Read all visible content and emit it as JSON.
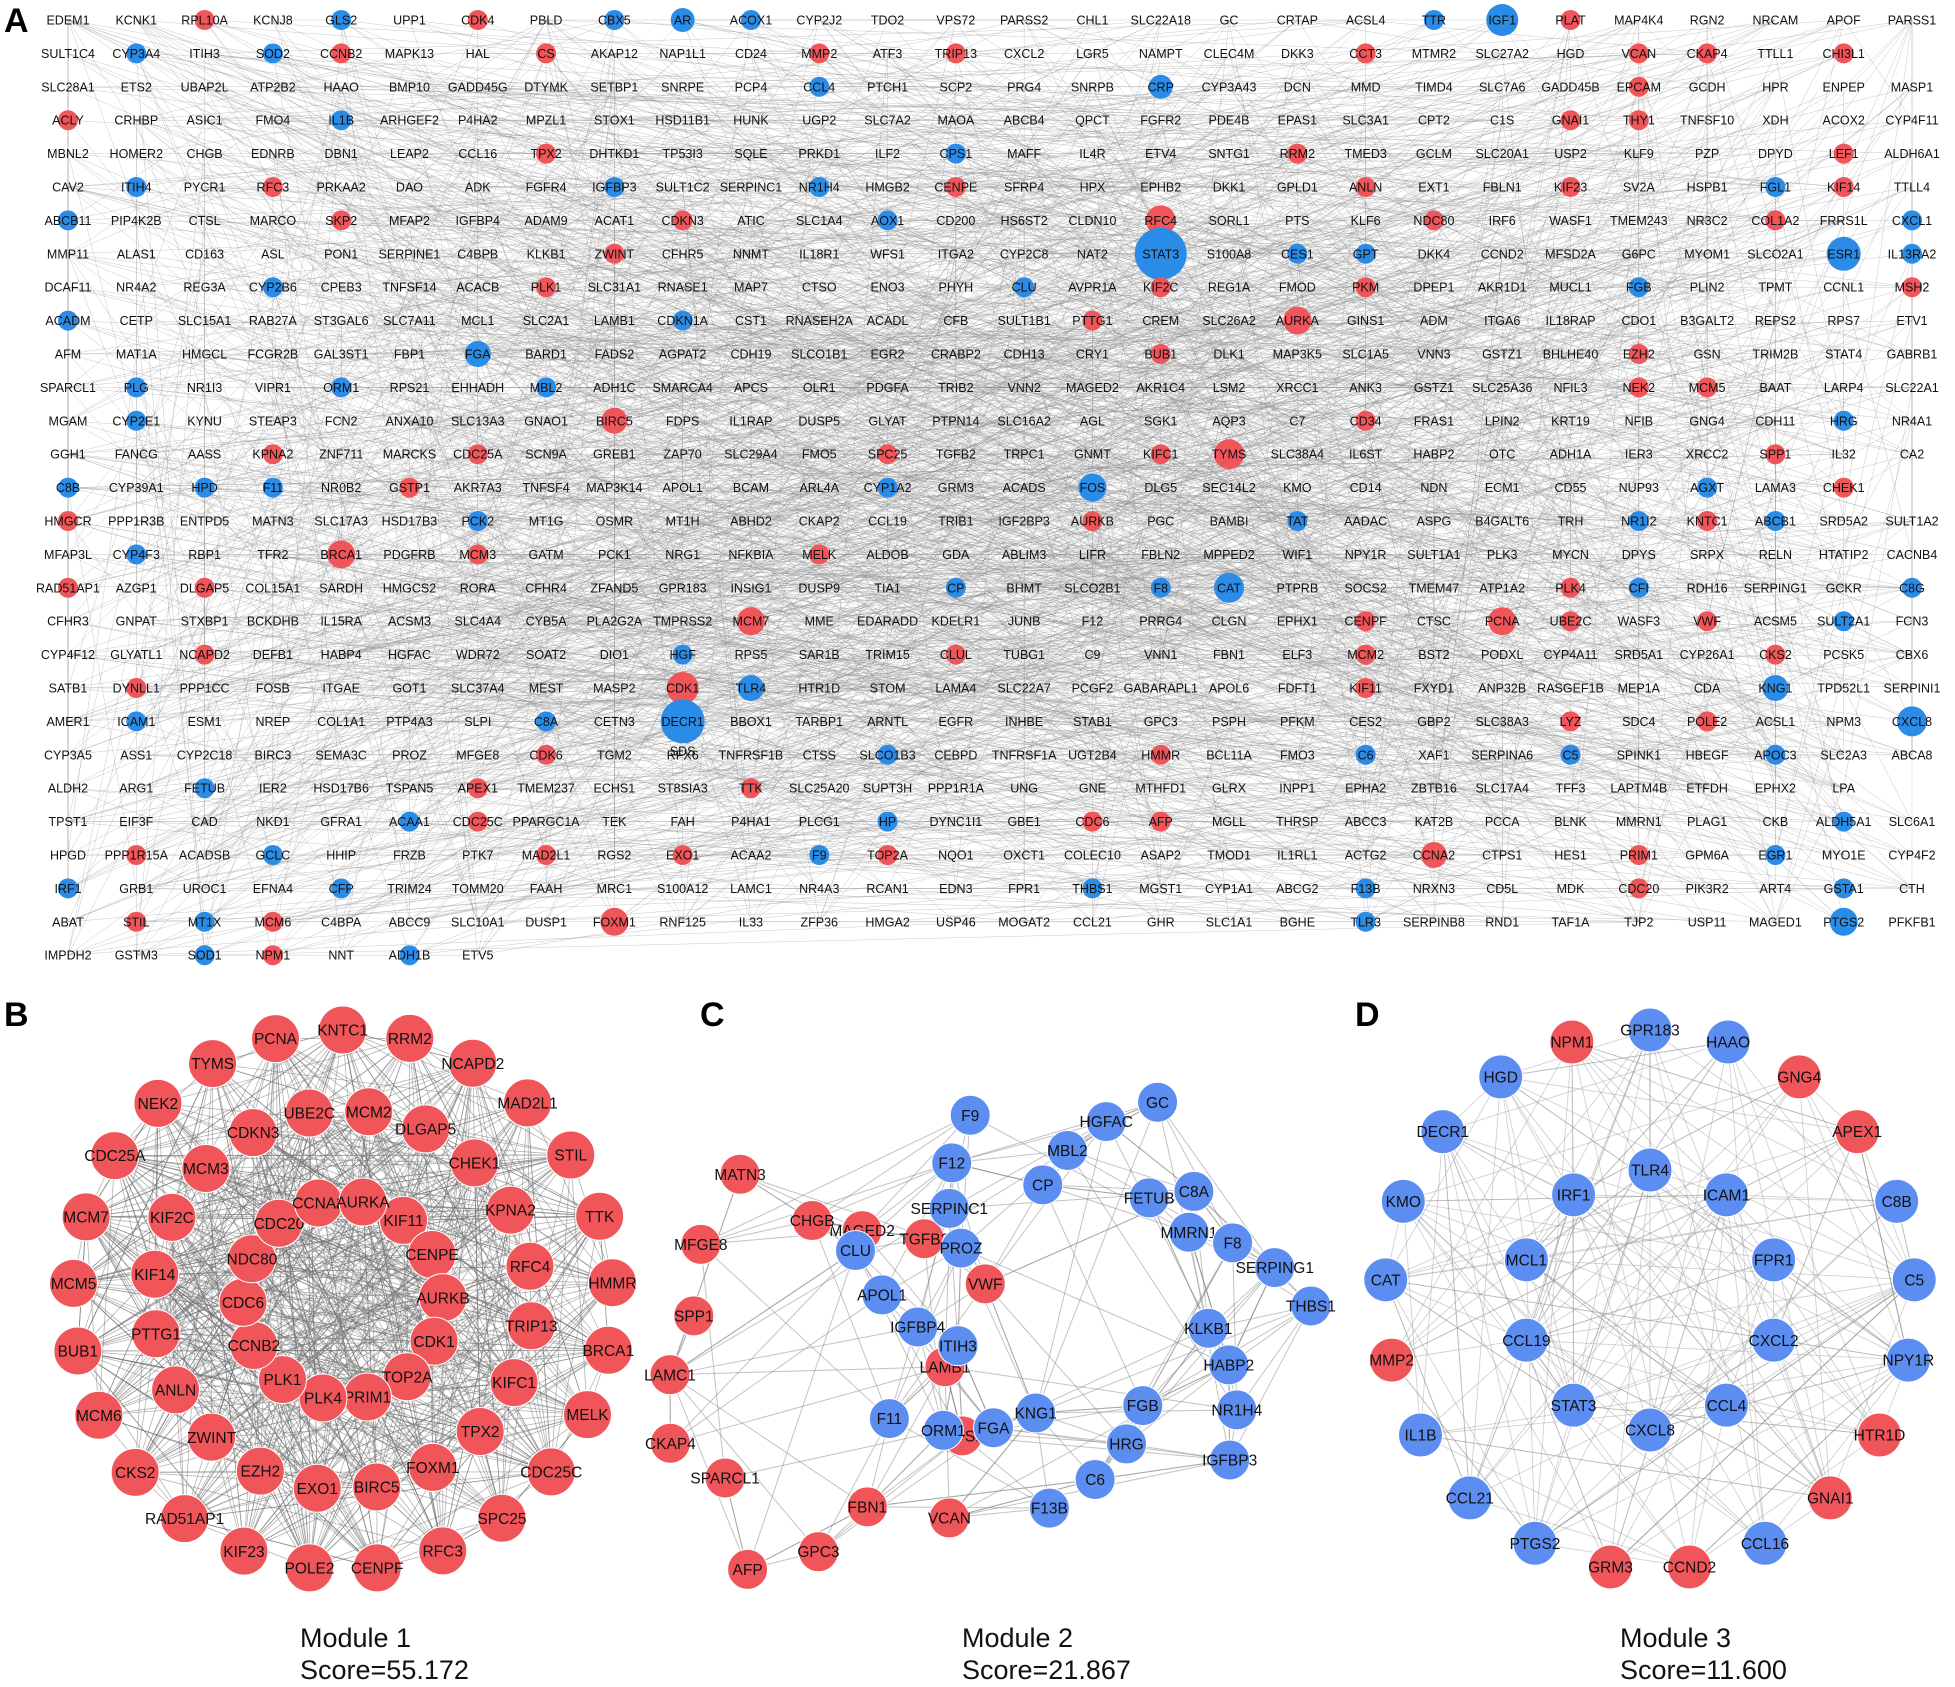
{
  "panels": {
    "a": "A",
    "b": "B",
    "c": "C",
    "d": "D"
  },
  "colors": {
    "up": "#f0555a",
    "down": "#2b8ce8",
    "down_light": "#5b8ef0",
    "edge": "#888888"
  },
  "network_a": {
    "rows": [
      "EDEM1|KCNK1|RPL10A|KCNJ8|GLS2|UPP1|CDK4|PBLD|CBX5|AR|ACOX1|CYP2J2|TDO2|VPS72|PARSS2|CHL1|SLC22A18|GC|CRTAP|ACSL4|TTR|IGF1|PLAT|MAP4K4|RGN2|NRCAM|APOF|PARSS1",
      "SULT1C4|CYP3A4|ITIH3|SOD2|CCNB2|MAPK13|HAL|CS|AKAP12|NAP1L1|CD24|MMP2|ATF3|TRIP13|CXCL2|LGR5|NAMPT|CLEC4M|DKK3|CCT3|MTMR2|SLC27A2|HGD|VCAN|CKAP4|TTLL1|CHI3L1",
      "SLC28A1|ETS2|UBAP2L|ATP2B2|HAAO|BMP10|GADD45G|DTYMK|SETBP1|SNRPE|PCP4|CCL4|PTCH1|SCP2|PRG4|SNRPB|CRP|CYP3A43|DCN|MMD|TIMD4|SLC7A6|GADD45B|EPCAM|GCDH|HPR|ENPEP|MASP1",
      "ACLY|CRHBP|ASIC1|FMO4|IL1B|ARHGEF2|P4HA2|MPZL1|STOX1|HSD11B1|HUNK|UGP2|SLC7A2|MAOA|ABCB4|QPCT|FGFR2|PDE4B|EPAS1|SLC3A1|CPT2|C1S|GNAI1|THY1|TNFSF10|XDH|ACOX2|CYP4F11",
      "MBNL2|HOMER2|CHGB|EDNRB|DBN1|LEAP2|CCL16|TPX2|DHTKD1|TP53I3|SQLE|PRKD1|ILF2|CPS1|MAFF|IL4R|ETV4|SNTG1|RRM2|TMED3|GCLM|SLC20A1|USP2|KLF9|PZP|DPYD|LEF1|ALDH6A1",
      "CAV2|ITIH4|PYCR1|RFC3|PRKAA2|DAO|ADK|FGFR4|IGFBP3|SULT1C2|SERPINC1|NR1H4|HMGB2|CENPE|SFRP4|HPX|EPHB2|DKK1|GPLD1|ANLN|EXT1|FBLN1|KIF23|SV2A|HSPB1|FGL1|KIF14|TTLL4",
      "ABCB11|PIP4K2B|CTSL|MARCO|SKP2|MFAP2|IGFBP4|ADAM9|ACAT1|CDKN3|ATIC|SLC1A4|AOX1|CD200|HS6ST2|CLDN10|RFC4|SORL1|PTS|KLF6|NDC80|IRF6|WASF1|TMEM243|NR3C2|COL1A2|FRRS1L|CXCL1",
      "MMP11|ALAS1|CD163|ASL|PON1|SERPINE1|C4BPB|KLKB1|ZWINT|CFHR5|NNMT|IL18R1|WFS1|ITGA2|CYP2C8|NAT2|STAT3|S100A8|CES1|GPT|DKK4|CCND2|MFSD2A|G6PC|MYOM1|SLCO2A1|ESR1|IL13RA2",
      "DCAF11|NR4A2|REG3A|CYP2B6|CPEB3|TNFSF14|ACACB|PLK1|SLC31A1|RNASE1|MAP7|CTSO|ENO3|PHYH|CLU|AVPR1A|KIF2C|REG1A|FMOD|PKM|DPEP1|AKR1D1|MUCL1|FGB|PLIN2|TPMT|CCNL1|MSH2",
      "ACADM|CETP|SLC15A1|RAB27A|ST3GAL6|SLC7A11|MCL1|SLC2A1|LAMB1|CDKN1A|CST1|RNASEH2A|ACADL|CFB|SULT1B1|PTTG1|CREM|SLC26A2|AURKA|GINS1|ADM|ITGA6|IL18RAP|CDO1|B3GALT2|REPS2|RPS7|ETV1",
      "AFM|MAT1A|HMGCL|FCGR2B|GAL3ST1|FBP1|FGA|BARD1|FADS2|AGPAT2|CDH19|SLCO1B1|EGR2|CRABP2|CDH13|CRY1|BUB1|DLK1|MAP3K5|SLC1A5|VNN3|GSTZ1|BHLHE40|EZH2|GSN|TRIM2B|STAT4|GABRB1",
      "SPARCL1|PLG|NR1I3|VIPR1|ORM1|RPS21|EHHADH|MBL2|ADH1C|SMARCA4|APCS|OLR1|PDGFA|TRIB2|VNN2|MAGED2|AKR1C4|LSM2|XRCC1|ANK3|GSTZ1|SLC25A36|NFIL3|NEK2|MCM5|BAAT|LARP4|SLC22A1",
      "MGAM|CYP2E1|KYNU|STEAP3|FCN2|ANXA10|SLC13A3|GNAO1|BIRC5|FDPS|IL1RAP|DUSP5|GLYAT|PTPN14|SLC16A2|AGL|SGK1|AQP3|C7|CD34|FRAS1|LPIN2|KRT19|NFIB|GNG4|CDH11|HRG|NR4A1",
      "GGH1|FANCG|AASS|KPNA2|ZNF711|MARCKS|CDC25A|SCN9A|GREB1|ZAP70|SLC29A4|FMO5|SPC25|TGFB2|TRPC1|GNMT|KIFC1|TYMS|SLC38A4|IL6ST|HABP2|OTC|ADH1A|IER3|XRCC2|SPP1|IL32|CA2",
      "C8B|CYP39A1|HPD|F11|NR0B2|GSTP1|AKR7A3|TNFSF4|MAP3K14|APOL1|BCAM|ARL4A|CYP1A2|GRM3|ACADS|FOS|DLG5|SEC14L2|KMO|CD14|NDN|ECM1|CD55|NUP93|AGXT|LAMA3|CHEK1",
      "HMGCR|PPP1R3B|ENTPD5|MATN3|SLC17A3|HSD17B3|PCK2|MT1G|OSMR|MT1H|ABHD2|CKAP2|CCL19|TRIB1|IGF2BP3|AURKB|PGC|BAMBI|TAT|AADAC|ASPG|B4GALT6|TRH|NR1I2|KNTC1|ABCB1|SRD5A2|SULT1A2",
      "MFAP3L|CYP4F3|RBP1|TFR2|BRCA1|PDGFRB|MCM3|GATM|PCK1|NRG1|NFKBIA|MELK|ALDOB|GDA|ABLIM3|LIFR|FBLN2|MPPED2|WIF1|NPY1R|SULT1A1|PLK3|MYCN|DPYS|SRPX|RELN|HTATIP2|CACNB4",
      "RAD51AP1|AZGP1|DLGAP5|COL15A1|SARDH|HMGCS2|RORA|CFHR4|ZFAND5|GPR183|INSIG1|DUSP9|TIA1|CP|BHMT|SLCO2B1|F8|CAT|PTPRB|SOCS2|TMEM47|ATP1A2|PLK4|CFI|RDH16|SERPING1|GCKR|C8G",
      "CFHR3|GNPAT|STXBP1|BCKDHB|IL15RA|ACSM3|SLC4A4|CYB5A|PLA2G2A|TMPRSS2|MCM7|MME|EDARADD|KDELR1|JUNB|F12|PRRG4|CLGN|EPHX1|CENPF|CTSC|PCNA|UBE2C|WASF3|VWF|ACSM5|SULT2A1|FCN3",
      "CYP4F12|GLYATL1|NCAPD2|DEFB1|HABP4|HGFAC|WDR72|SOAT2|DIO1|HGF|RPS5|SAR1B|TRIM15|CLUL|TUBG1|C9|VNN1|FBN1|ELF3|MCM2|BST2|PODXL|CYP4A11|SRD5A1|CYP26A1|CKS2|PCSK5|CBX6",
      "SATB1|DYNLL1|PPP1CC|FOSB|ITGAE|GOT1|SLC37A4|MEST|MASP2|CDK1|TLR4|HTR1D|STOM|LAMA4|SLC22A7|PCGF2|GABARAPL1|APOL6|FDFT1|KIF11|FXYD1|ANP32B|RASGEF1B|MEP1A|CDA|KNG1|TPD52L1|SERPINI1",
      "AMER1|ICAM1|ESM1|NREP|COL1A1|PTP4A3|SLPI|C8A|CETN3|DECR1|BBOX1|TARBP1|ARNTL|EGFR|INHBE|STAB1|GPC3|PSPH|PFKM|CES2|GBP2|SLC38A3|LYZ|SDC4|POLE2|ACSL1|NPM3|CXCL8",
      "CYP3A5|ASS1|CYP2C18|BIRC3|SEMA3C|PROZ|MFGE8|CDK6|TGM2|RFX6|TNFRSF1B|CTSS|SLCO1B3|CEBPD|TNFRSF1A|UGT2B4|HMMR|BCL11A|FMO3|C6|XAF1|SERPINA6|C5|SPINK1|HBEGF|APOC3|SLC2A3|ABCA8",
      "ALDH2|ARG1|FETUB|IER2|HSD17B6|TSPAN5|APEX1|TMEM237|ECHS1|ST8SIA3|TTK|SLC25A20|SUPT3H|PPP1R1A|UNG|GNE|MTHFD1|GLRX|INPP1|EPHA2|ZBTB16|SLC17A4|TFF3|LAPTM4B|ETFDH|EPHX2|LPA",
      "TPST1|EIF3F|CAD|NKD1|GFRA1|ACAA1|CDC25C|PPARGC1A|TEK|FAH|P4HA1|PLCG1|HP|DYNC1I1|GBE1|CDC6|AFP|MGLL|THRSP|ABCC3|KAT2B|PCCA|BLNK|MMRN1|PLAG1|CKB|ALDH5A1|SLC6A1",
      "HPGD|PPP1R15A|ACADSB|GCLC|HHIP|FRZB|PTK7|MAD2L1|RGS2|EXO1|ACAA2|F9|TOP2A|NQO1|OXCT1|COLEC10|ASAP2|TMOD1|IL1RL1|ACTG2|CCNA2|CTPS1|HES1|PRIM1|GPM6A|EGR1|MYO1E|CYP4F2",
      "IRF1|GRB1|UROC1|EFNA4|CFP|TRIM24|TOMM20|FAAH|MRC1|S100A12|LAMC1|NR4A3|RCAN1|EDN3|FPR1|THBS1|MGST1|CYP1A1|ABCG2|F13B|NRXN3|CD5L|MDK|CDC20|PIK3R2|ART4|GSTA1|CTH",
      "ABAT|STIL|MT1X|MCM6|C4BPA|ABCC9|SLC10A1|DUSP1|FOXM1|RNF125|IL33|ZFP36|HMGA2|USP46|MOGAT2|CCL21|GHR|SLC1A1|BGHE|TLR3|SERPINB8|RND1|TAF1A|TJP2|USP11|MAGED1|PTGS2|PFKFB1",
      "IMPDH2|GSTM3|SOD1|NPM1|NNT|ADH1B|ETV5"
    ],
    "up": [
      "RPL10A",
      "CDK4",
      "PLAT",
      "CCNB2",
      "CS",
      "MMP2",
      "TRIP13",
      "CCT3",
      "VCAN",
      "CKAP4",
      "CHI3L1",
      "EPCAM",
      "ACLY",
      "THY1",
      "GNAI1",
      "TPX2",
      "RRM2",
      "LEF1",
      "RFC3",
      "CENPE",
      "ANLN",
      "KIF23",
      "KIF14",
      "SKP2",
      "CDKN3",
      "RFC4",
      "NDC80",
      "COL1A2",
      "ZWINT",
      "PLK1",
      "KIF2C",
      "PKM",
      "MSH2",
      "PTTG1",
      "AURKA",
      "BUB1",
      "EZH2",
      "NEK2",
      "MCM5",
      "BIRC5",
      "CD34",
      "KPNA2",
      "CDC25A",
      "SPC25",
      "KIFC1",
      "TYMS",
      "SPP1",
      "GSTP1",
      "CHEK1",
      "HMGCR",
      "AURKB",
      "KNTC1",
      "BRCA1",
      "MCM3",
      "MELK",
      "RAD51AP1",
      "DLGAP5",
      "PLK4",
      "MCM7",
      "CENPF",
      "PCNA",
      "UBE2C",
      "VWF",
      "NCAPD2",
      "CLUL",
      "MCM2",
      "CKS2",
      "DYNLL1",
      "CDK1",
      "KIF11",
      "POLE2",
      "CDK6",
      "HMMR",
      "APEX1",
      "TTK",
      "CDC25C",
      "CDC6",
      "AFP",
      "MAD2L1",
      "EXO1",
      "TOP2A",
      "CCNA2",
      "PRIM1",
      "CDC20",
      "STIL",
      "MCM6",
      "FOXM1",
      "NPM1",
      "PPP1R15A",
      "LYZ"
    ],
    "down": [
      "GLS2",
      "CBX5",
      "AR",
      "TTR",
      "IGF1",
      "CYP3A4",
      "SOD2",
      "CCL4",
      "CRP",
      "IL1B",
      "ITIH4",
      "NR1H4",
      "IGFBP3",
      "ABCB11",
      "STAT3",
      "GPT",
      "ESR1",
      "CYP2B6",
      "CLU",
      "FGB",
      "CXCL1",
      "ACADM",
      "CDKN1A",
      "FGA",
      "PLG",
      "ORM1",
      "MBL2",
      "CYP2E1",
      "HRG",
      "C8B",
      "F11",
      "FOS",
      "PCK2",
      "TAT",
      "NR1I2",
      "AGXT",
      "CYP4F3",
      "CP",
      "F8",
      "CAT",
      "CFI",
      "SULT2A1",
      "C8G",
      "HGF",
      "TLR4",
      "KNG1",
      "ICAM1",
      "DECR1",
      "CXCL8",
      "C8A",
      "C6",
      "C5",
      "APOC3",
      "FETUB",
      "ACAA1",
      "HP",
      "F9",
      "EGR1",
      "IRF1",
      "CFP",
      "THBS1",
      "F13B",
      "TLR3",
      "PTGS2",
      "SOD1",
      "ADH1B",
      "GSTA1",
      "MT1X",
      "GCLC",
      "ALDH5A1",
      "ACOX1",
      "AOX1",
      "CES1",
      "CPS1",
      "FGL1",
      "CYP1A2",
      "HPD",
      "ABCB1",
      "SLCO1B3",
      "IL13RA2"
    ],
    "big": {
      "STAT3": 26,
      "IGF1": 16,
      "ESR1": 17,
      "DECR1": 22,
      "CDK1": 16,
      "CAT": 15,
      "FOS": 14,
      "CXCL8": 15,
      "PTGS2": 14,
      "TLR4": 13,
      "KNG1": 13,
      "AR": 12,
      "CRP": 12,
      "FGA": 13,
      "RFC4": 15,
      "TYMS": 15,
      "AURKA": 14,
      "MCM7": 14,
      "PCNA": 14,
      "BRCA1": 14,
      "FOXM1": 14,
      "BIRC5": 13,
      "CCNA2": 13
    },
    "extra_labels": [
      {
        "text": "SDS",
        "below": "DECR1"
      }
    ]
  },
  "module1": {
    "nodes": [
      "RRM2",
      "NCAPD2",
      "MAD2L1",
      "STIL",
      "TTK",
      "HMMR",
      "BRCA1",
      "MELK",
      "CDC25C",
      "SPC25",
      "RFC3",
      "CENPF",
      "POLE2",
      "KIF23",
      "RAD51AP1",
      "CKS2",
      "MCM6",
      "BUB1",
      "MCM5",
      "MCM7",
      "CDC25A",
      "NEK2",
      "TYMS",
      "PCNA",
      "KNTC1",
      "DLGAP5",
      "CHEK1",
      "KPNA2",
      "RFC4",
      "TRIP13",
      "KIFC1",
      "TPX2",
      "FOXM1",
      "BIRC5",
      "EXO1",
      "EZH2",
      "ZWINT",
      "ANLN",
      "PTTG1",
      "KIF14",
      "KIF2C",
      "MCM3",
      "CDKN3",
      "UBE2C",
      "MCM2",
      "KIF11",
      "CENPE",
      "AURKB",
      "CDK1",
      "TOP2A",
      "PRIM1",
      "PLK4",
      "PLK1",
      "CCNB2",
      "CDC6",
      "NDC80",
      "CDC20",
      "CCNA2",
      "AURKA"
    ],
    "caption_title": "Module 1",
    "caption_score": "Score=55.172"
  },
  "module2": {
    "up": [
      "MAGED2",
      "TGFB2",
      "VWF",
      "LAMB1",
      "WFS1",
      "VCAN",
      "FBN1",
      "GPC3",
      "AFP",
      "SPARCL1",
      "CKAP4",
      "LAMC1",
      "SPP1",
      "MFGE8",
      "MATN3",
      "CHGB"
    ],
    "down": [
      "MMRN1",
      "F8",
      "SERPING1",
      "THBS1",
      "KLKB1",
      "HABP2",
      "NR1H4",
      "IGFBP3",
      "FGB",
      "HRG",
      "C6",
      "F13B",
      "KNG1",
      "FGA",
      "ORM1",
      "F11",
      "ITIH3",
      "IGFBP4",
      "APOL1",
      "CLU",
      "PROZ",
      "SERPINC1",
      "F12",
      "F9",
      "CP",
      "MBL2",
      "HGFAC",
      "GC",
      "FETUB",
      "C8A"
    ],
    "caption_title": "Module 2",
    "caption_score": "Score=21.867"
  },
  "module3": {
    "up": [
      "NPM1",
      "GNG4",
      "APEX1",
      "MMP2",
      "HTR1D",
      "GNAI1",
      "GRM3",
      "CCND2"
    ],
    "down": [
      "GPR183",
      "HAAO",
      "HGD",
      "DECR1",
      "TLR4",
      "IRF1",
      "ICAM1",
      "C8B",
      "KMO",
      "MCL1",
      "FPR1",
      "CAT",
      "C5",
      "CCL19",
      "CXCL2",
      "STAT3",
      "CCL4",
      "CXCL8",
      "NPY1R",
      "IL1B",
      "CCL21",
      "PTGS2",
      "CCL16"
    ],
    "caption_title": "Module 3",
    "caption_score": "Score=11.600"
  }
}
